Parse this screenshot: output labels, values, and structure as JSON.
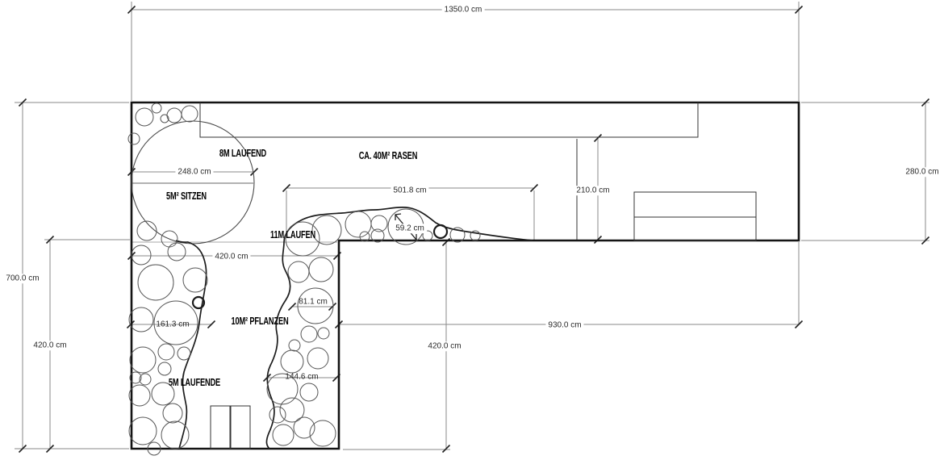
{
  "drawing": {
    "title": "garden-layout-plan",
    "unit": "cm",
    "area_labels": {
      "laufend_top": "8M LAUFEND",
      "rasen": "CA. 40M² RASEN",
      "sitzen": "5M² SITZEN",
      "laufen_mid": "11M LAUFEN",
      "pflanzen": "10M² PFLANZEN",
      "laufende_bottom": "5M LAUFENDE"
    },
    "dimensions": {
      "total_width": "1350.0 cm",
      "right_height": "280.0 cm",
      "left_total_height": "700.0 cm",
      "left_lower_height": "420.0 cm",
      "seat_circle_width": "248.0 cm",
      "lower_block_width": "420.0 cm",
      "bed_length": "501.8 cm",
      "lawn_depth": "210.0 cm",
      "lawn_width": "930.0 cm",
      "lower_mid_height": "420.0 cm",
      "bed_circle": "59.2 cm",
      "left_bed_circle": "161.3 cm",
      "right_bed_circle": "81.1 cm",
      "lower_bed_circle": "144.6 cm"
    },
    "line_colors": {
      "outline": "#141414",
      "inner": "#333333",
      "plants": "#555555",
      "dimension": "#8a8a8a",
      "tick": "#222222"
    }
  }
}
